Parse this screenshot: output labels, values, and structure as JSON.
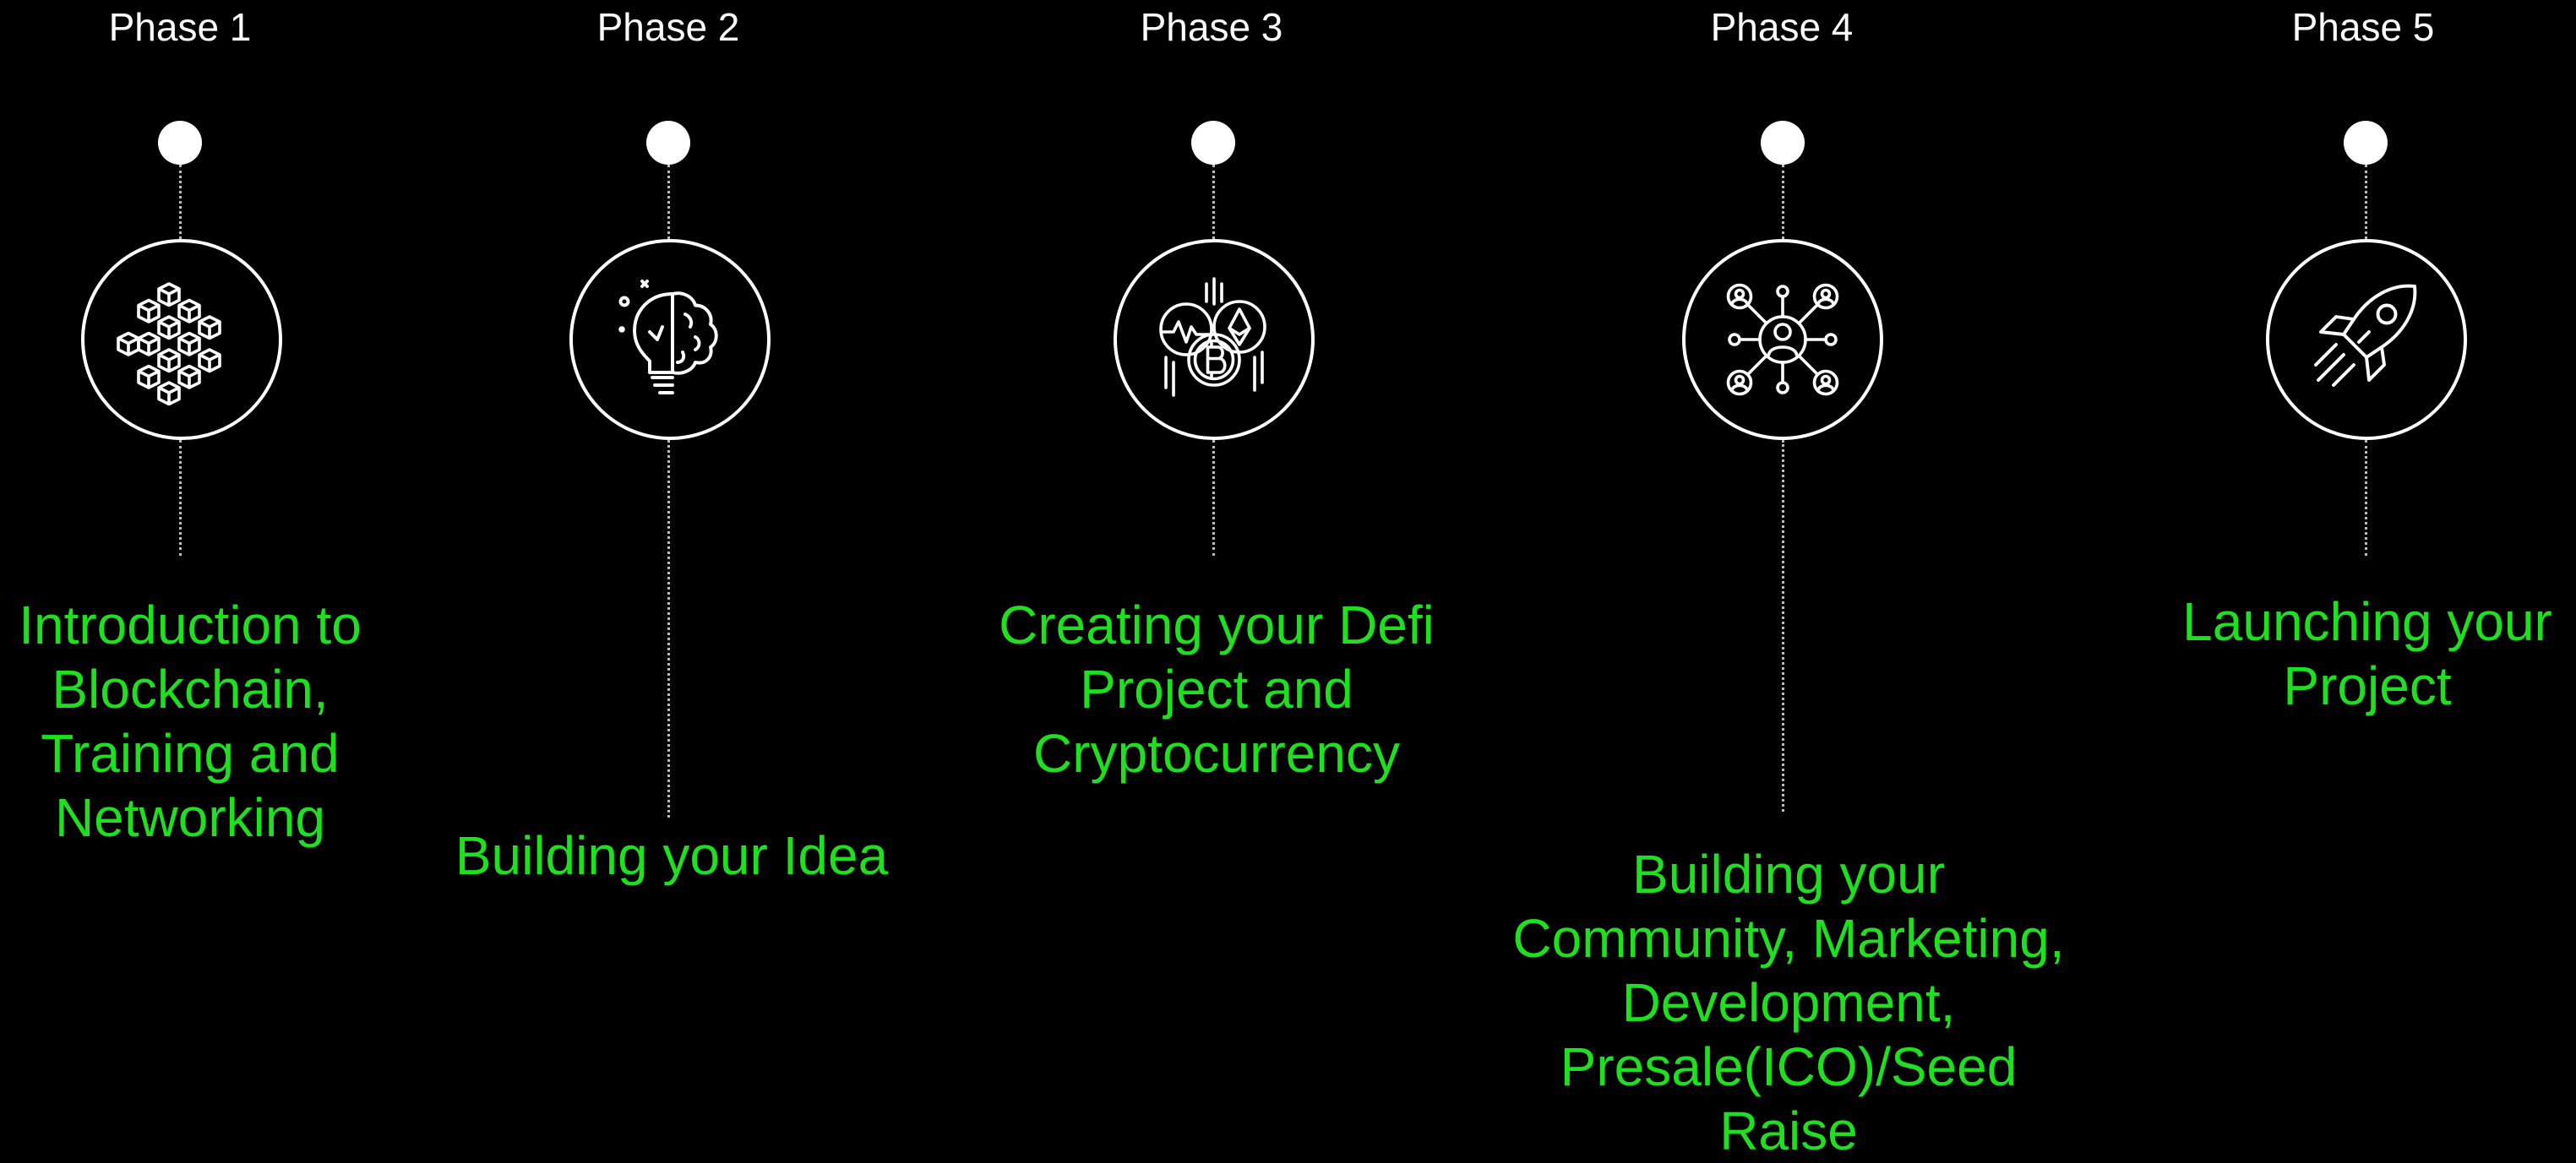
{
  "phases": [
    {
      "label": "Phase 1",
      "icon": "blockchain-cubes-icon",
      "description": "Introduction to\nBlockchain,\nTraining and\nNetworking"
    },
    {
      "label": "Phase 2",
      "icon": "lightbulb-brain-icon",
      "description": "Building your Idea"
    },
    {
      "label": "Phase 3",
      "icon": "crypto-coins-icon",
      "description": "Creating your Defi\nProject and\nCryptocurrency"
    },
    {
      "label": "Phase 4",
      "icon": "community-network-icon",
      "description": "Building your\nCommunity, Marketing,\nDevelopment,\nPresale(ICO)/Seed\nRaise"
    },
    {
      "label": "Phase 5",
      "icon": "rocket-icon",
      "description": "Launching your\nProject"
    }
  ],
  "colors": {
    "background": "#000000",
    "label": "#ffffff",
    "accent": "#1fe01f",
    "connector": "#bdbdbd"
  }
}
